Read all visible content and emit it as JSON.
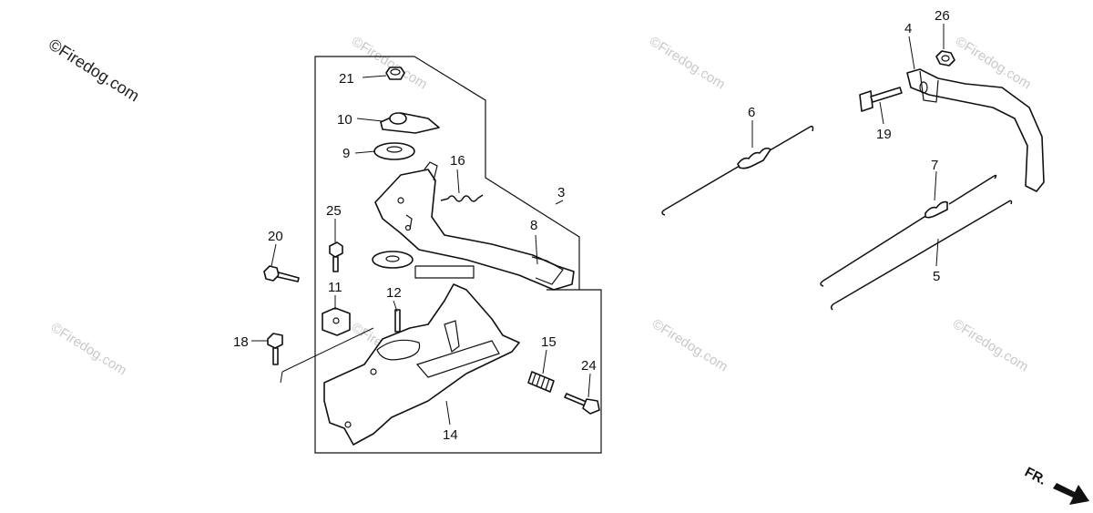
{
  "watermark": {
    "brand": "©Firedog.com",
    "repeat_text": "©Firedog.com"
  },
  "direction_marker": "FR.",
  "callouts": [
    "21",
    "10",
    "9",
    "16",
    "3",
    "8",
    "25",
    "20",
    "11",
    "12",
    "18",
    "15",
    "24",
    "14",
    "6",
    "4",
    "26",
    "19",
    "7",
    "5"
  ]
}
